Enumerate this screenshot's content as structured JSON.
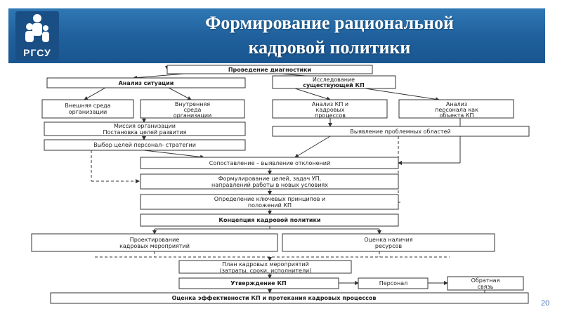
{
  "header": {
    "logo_text": "РГСУ",
    "title_line1": "Формирование рациональной",
    "title_line2": "кадровой политики",
    "colors": {
      "banner": "#1f5f9b",
      "logo_bg": "#1a4f86",
      "text": "#ffffff"
    }
  },
  "diagram": {
    "nodes": {
      "diagnostics": "Проведение диагностики",
      "situation": "Анализ ситуации",
      "research_1": "Исследование",
      "research_2": "существующей КП",
      "external_1": "Внешняя среда",
      "external_2": "организации",
      "internal_1": "Внутренняя",
      "internal_2": "среда",
      "internal_3": "организации",
      "kp_analysis_1": "Анализ КП и",
      "kp_analysis_2": "кадровых",
      "kp_analysis_3": "процессов",
      "staff_analysis_1": "Анализ",
      "staff_analysis_2": "персонала как",
      "staff_analysis_3": "объекта КП",
      "mission_1": "Миссия организации",
      "mission_2": "Постановка целей развития",
      "problems": "Выявление проблемных областей",
      "strategy": "Выбор целей персонал- стратегии",
      "compare": "Сопоставление – выявление отклонений",
      "goals_1": "Формулирование целей, задач УП,",
      "goals_2": "направлений работы в новых условиях",
      "principles_1": "Определение ключевых принципов и",
      "principles_2": "положений КП",
      "concept": "Концепция кадровой политики",
      "design_1": "Проектирование",
      "design_2": "кадровых мероприятий",
      "resources_1": "Оценка наличия",
      "resources_2": "ресурсов",
      "plan_1": "План кадровых мероприятий",
      "plan_2": "(затраты, сроки, исполнители)",
      "approval": "Утверждение КП",
      "personnel": "Персонал",
      "feedback_1": "Обратная",
      "feedback_2": "связь",
      "evaluation": "Оценка эффективности КП и протекания кадровых процессов"
    }
  },
  "footer": {
    "page_number": "20"
  }
}
